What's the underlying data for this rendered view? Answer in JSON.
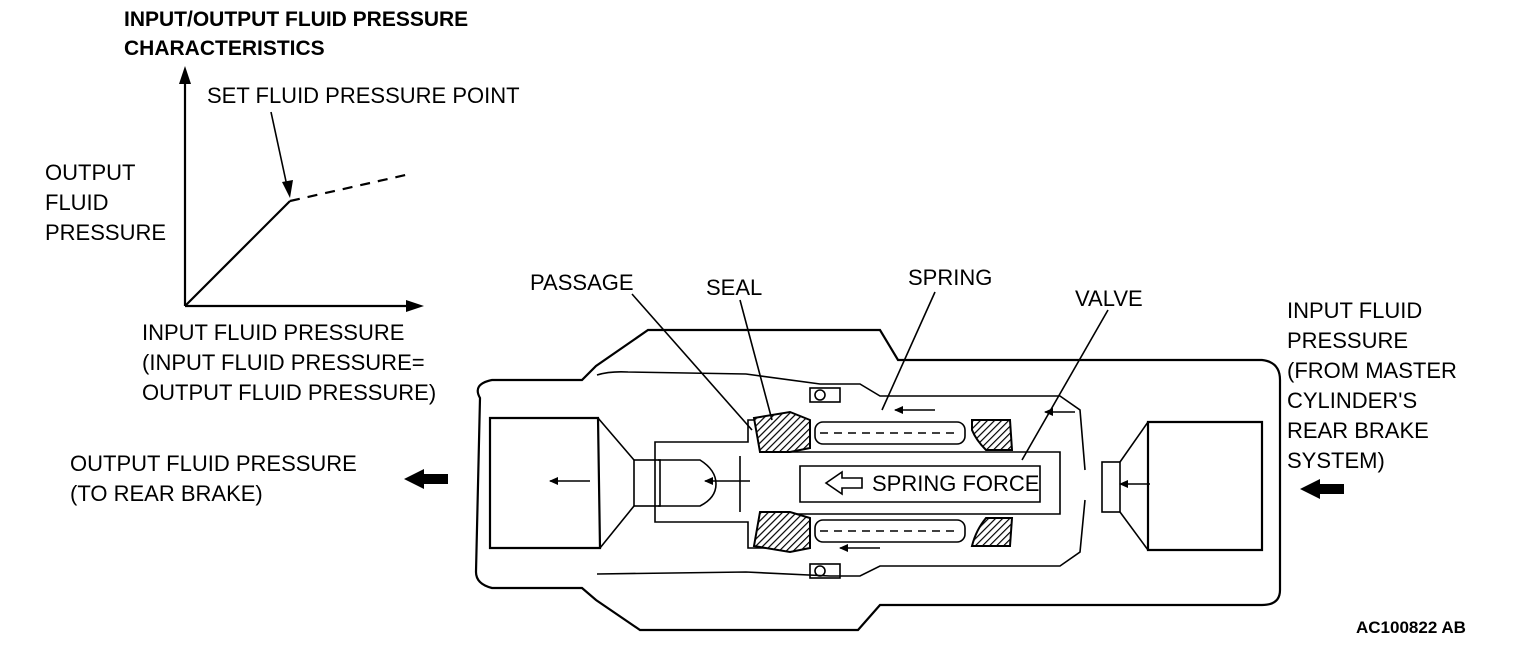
{
  "title": {
    "line1": "INPUT/OUTPUT FLUID PRESSURE",
    "line2": "CHARACTERISTICS"
  },
  "graph": {
    "annotation": "SET FLUID PRESSURE POINT",
    "y_label": [
      "OUTPUT",
      "FLUID",
      "PRESSURE"
    ],
    "x_label": [
      "INPUT FLUID PRESSURE",
      "(INPUT FLUID PRESSURE=",
      "OUTPUT FLUID PRESSURE)"
    ]
  },
  "callouts": {
    "passage": "PASSAGE",
    "seal": "SEAL",
    "spring": "SPRING",
    "valve": "VALVE",
    "spring_force": "SPRING FORCE"
  },
  "output_label": [
    "OUTPUT FLUID PRESSURE",
    "(TO REAR BRAKE)"
  ],
  "input_label": [
    "INPUT FLUID",
    "PRESSURE",
    "(FROM MASTER",
    "CYLINDER'S",
    "REAR BRAKE",
    "SYSTEM)"
  ],
  "figure_code": "AC100822 AB"
}
